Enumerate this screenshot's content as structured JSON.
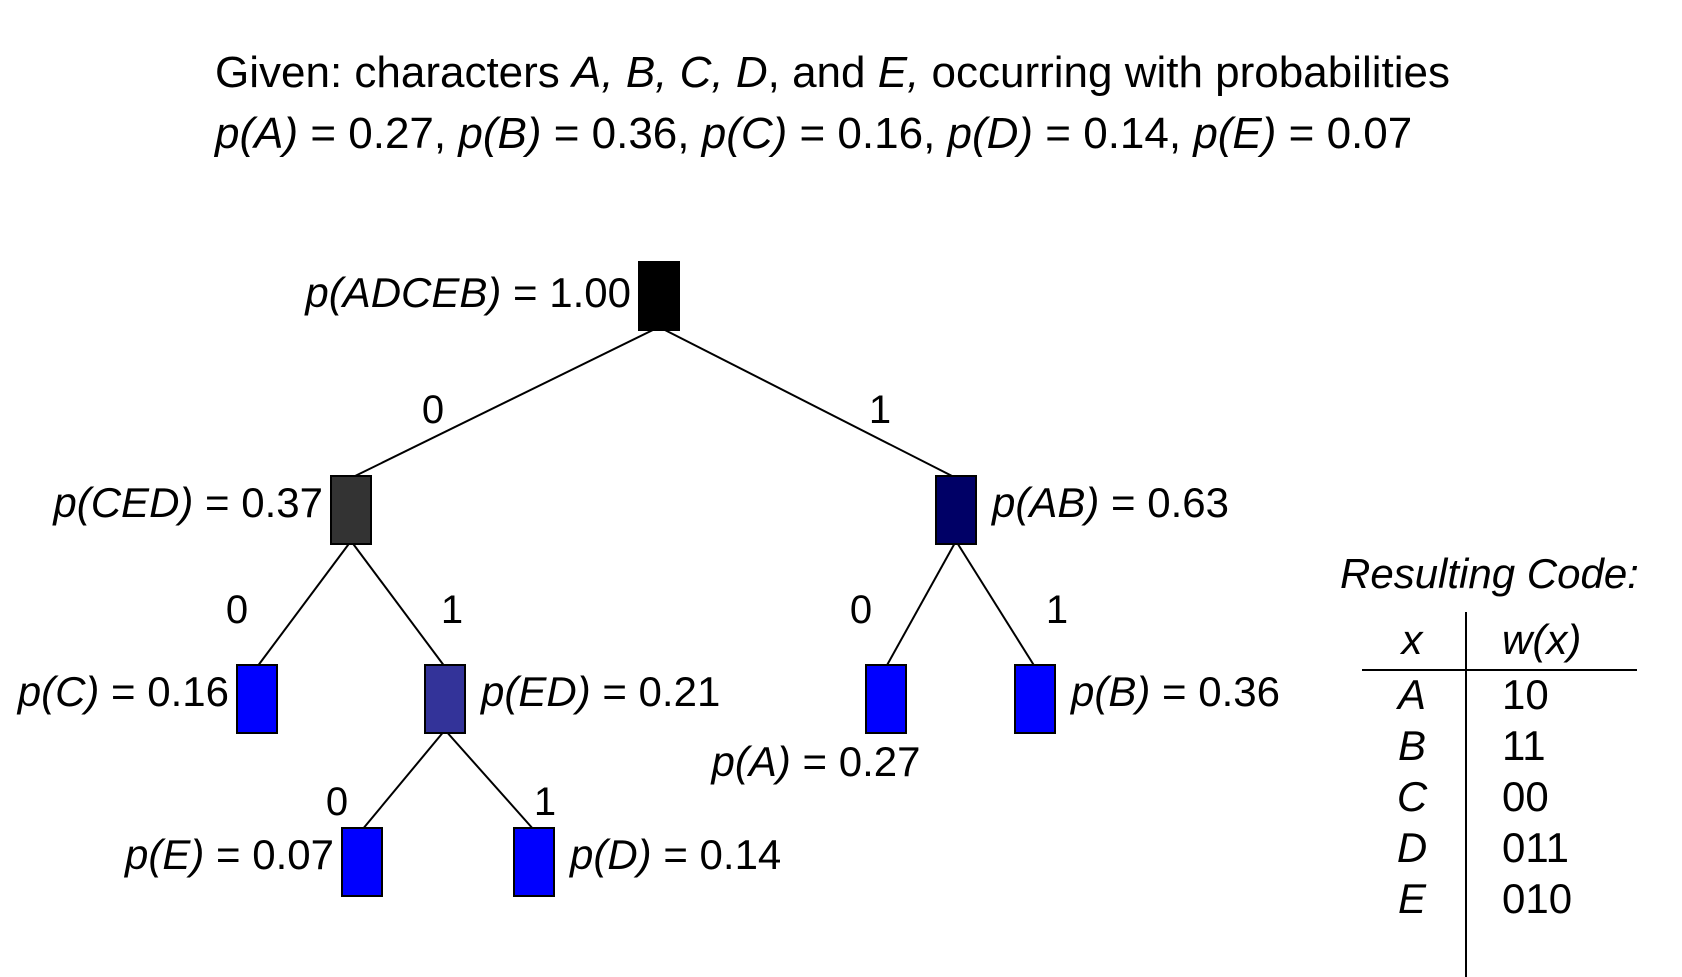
{
  "header": {
    "line1": [
      {
        "t": "Given: characters ",
        "i": false
      },
      {
        "t": "A, B, C, D",
        "i": true
      },
      {
        "t": ", and ",
        "i": false
      },
      {
        "t": "E,",
        "i": true
      },
      {
        "t": " occurring with probabilities",
        "i": false
      }
    ],
    "line2": [
      {
        "t": "p(A)",
        "i": true
      },
      {
        "t": " = 0.27, ",
        "i": false
      },
      {
        "t": "p(B)",
        "i": true
      },
      {
        "t": " = 0.36, ",
        "i": false
      },
      {
        "t": "p(C)",
        "i": true
      },
      {
        "t": " = 0.16, ",
        "i": false
      },
      {
        "t": "p(D)",
        "i": true
      },
      {
        "t": " = 0.14, ",
        "i": false
      },
      {
        "t": "p(E)",
        "i": true
      },
      {
        "t": " = 0.07",
        "i": false
      }
    ]
  },
  "tree": {
    "nodes": [
      {
        "id": "root",
        "label": "p(ADCEB)",
        "value": "= 1.00",
        "color": "#000000"
      },
      {
        "id": "ced",
        "label": "p(CED)",
        "value": "= 0.37",
        "color": "#333333"
      },
      {
        "id": "ab",
        "label": "p(AB)",
        "value": "= 0.63",
        "color": "#000066"
      },
      {
        "id": "c",
        "label": "p(C)",
        "value": "= 0.16",
        "color": "#0000ff"
      },
      {
        "id": "ed",
        "label": "p(ED)",
        "value": "= 0.21",
        "color": "#333399"
      },
      {
        "id": "a",
        "label": "p(A)",
        "value": "= 0.27",
        "color": "#0000ff"
      },
      {
        "id": "b",
        "label": "p(B)",
        "value": "= 0.36",
        "color": "#0000ff"
      },
      {
        "id": "e",
        "label": "p(E)",
        "value": "= 0.07",
        "color": "#0000ff"
      },
      {
        "id": "d",
        "label": "p(D)",
        "value": "= 0.14",
        "color": "#0000ff"
      }
    ],
    "edges": [
      {
        "from": "root",
        "to": "ced",
        "bit": "0"
      },
      {
        "from": "root",
        "to": "ab",
        "bit": "1"
      },
      {
        "from": "ced",
        "to": "c",
        "bit": "0"
      },
      {
        "from": "ced",
        "to": "ed",
        "bit": "1"
      },
      {
        "from": "ab",
        "to": "a",
        "bit": "0"
      },
      {
        "from": "ab",
        "to": "b",
        "bit": "1"
      },
      {
        "from": "ed",
        "to": "e",
        "bit": "0"
      },
      {
        "from": "ed",
        "to": "d",
        "bit": "1"
      }
    ]
  },
  "code_table": {
    "title": "Resulting Code:",
    "col_x": "x",
    "col_w": "w(x)",
    "rows": [
      {
        "x": "A",
        "w": "10"
      },
      {
        "x": "B",
        "w": "11"
      },
      {
        "x": "C",
        "w": "00"
      },
      {
        "x": "D",
        "w": "011"
      },
      {
        "x": "E",
        "w": "010"
      }
    ]
  }
}
